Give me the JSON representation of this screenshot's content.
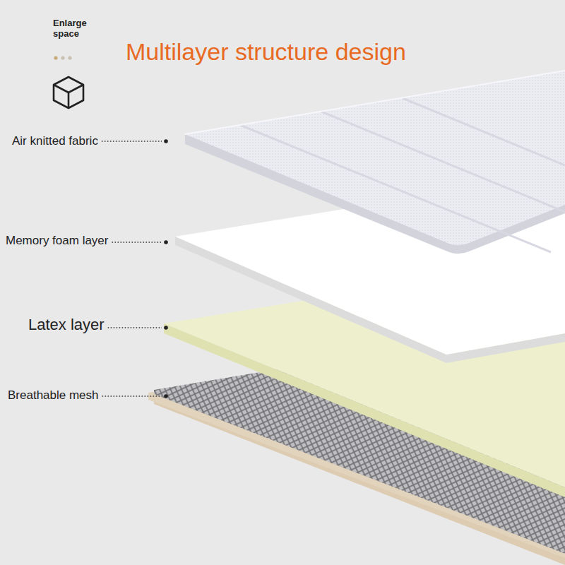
{
  "diagram": {
    "title": "Multilayer structure design",
    "labels": [
      "Enlarge space",
      "Air knitted fabric",
      "Memory foam layer",
      "Latex layer",
      "Breathable mesh"
    ]
  }
}
